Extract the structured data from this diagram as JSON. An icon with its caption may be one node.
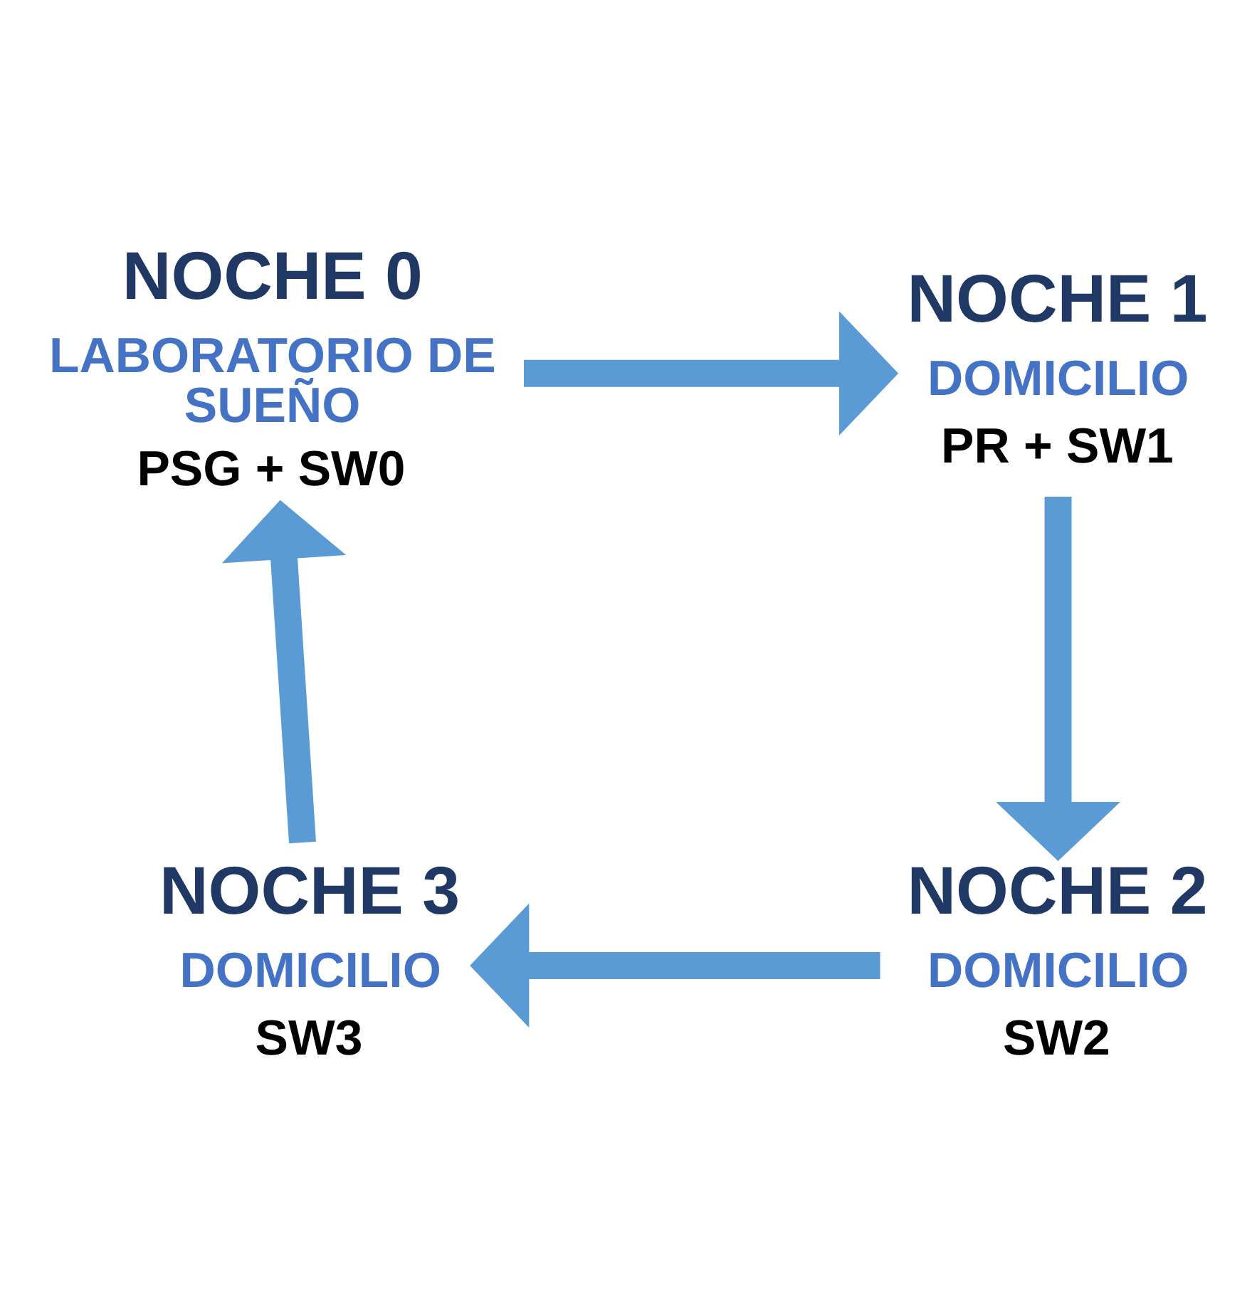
{
  "diagram": {
    "nodes": [
      {
        "text": [
          "NOCHE 0",
          "LABORATORIO DE SUEÑO",
          "PSG + SW0"
        ]
      },
      {
        "text": [
          "NOCHE 1",
          "DOMICILIO",
          "PR + SW1"
        ]
      },
      {
        "text": [
          "NOCHE 2",
          "DOMICILIO",
          "SW2"
        ]
      },
      {
        "text": [
          "NOCHE 3",
          "DOMICILIO",
          "SW3"
        ]
      }
    ],
    "edges": [
      {
        "from": 0,
        "to": 1,
        "arrow": "to"
      },
      {
        "from": 1,
        "to": 2,
        "arrow": "to"
      },
      {
        "from": 2,
        "to": 3,
        "arrow": "to"
      },
      {
        "from": 3,
        "to": 0,
        "arrow": "to"
      }
    ]
  }
}
